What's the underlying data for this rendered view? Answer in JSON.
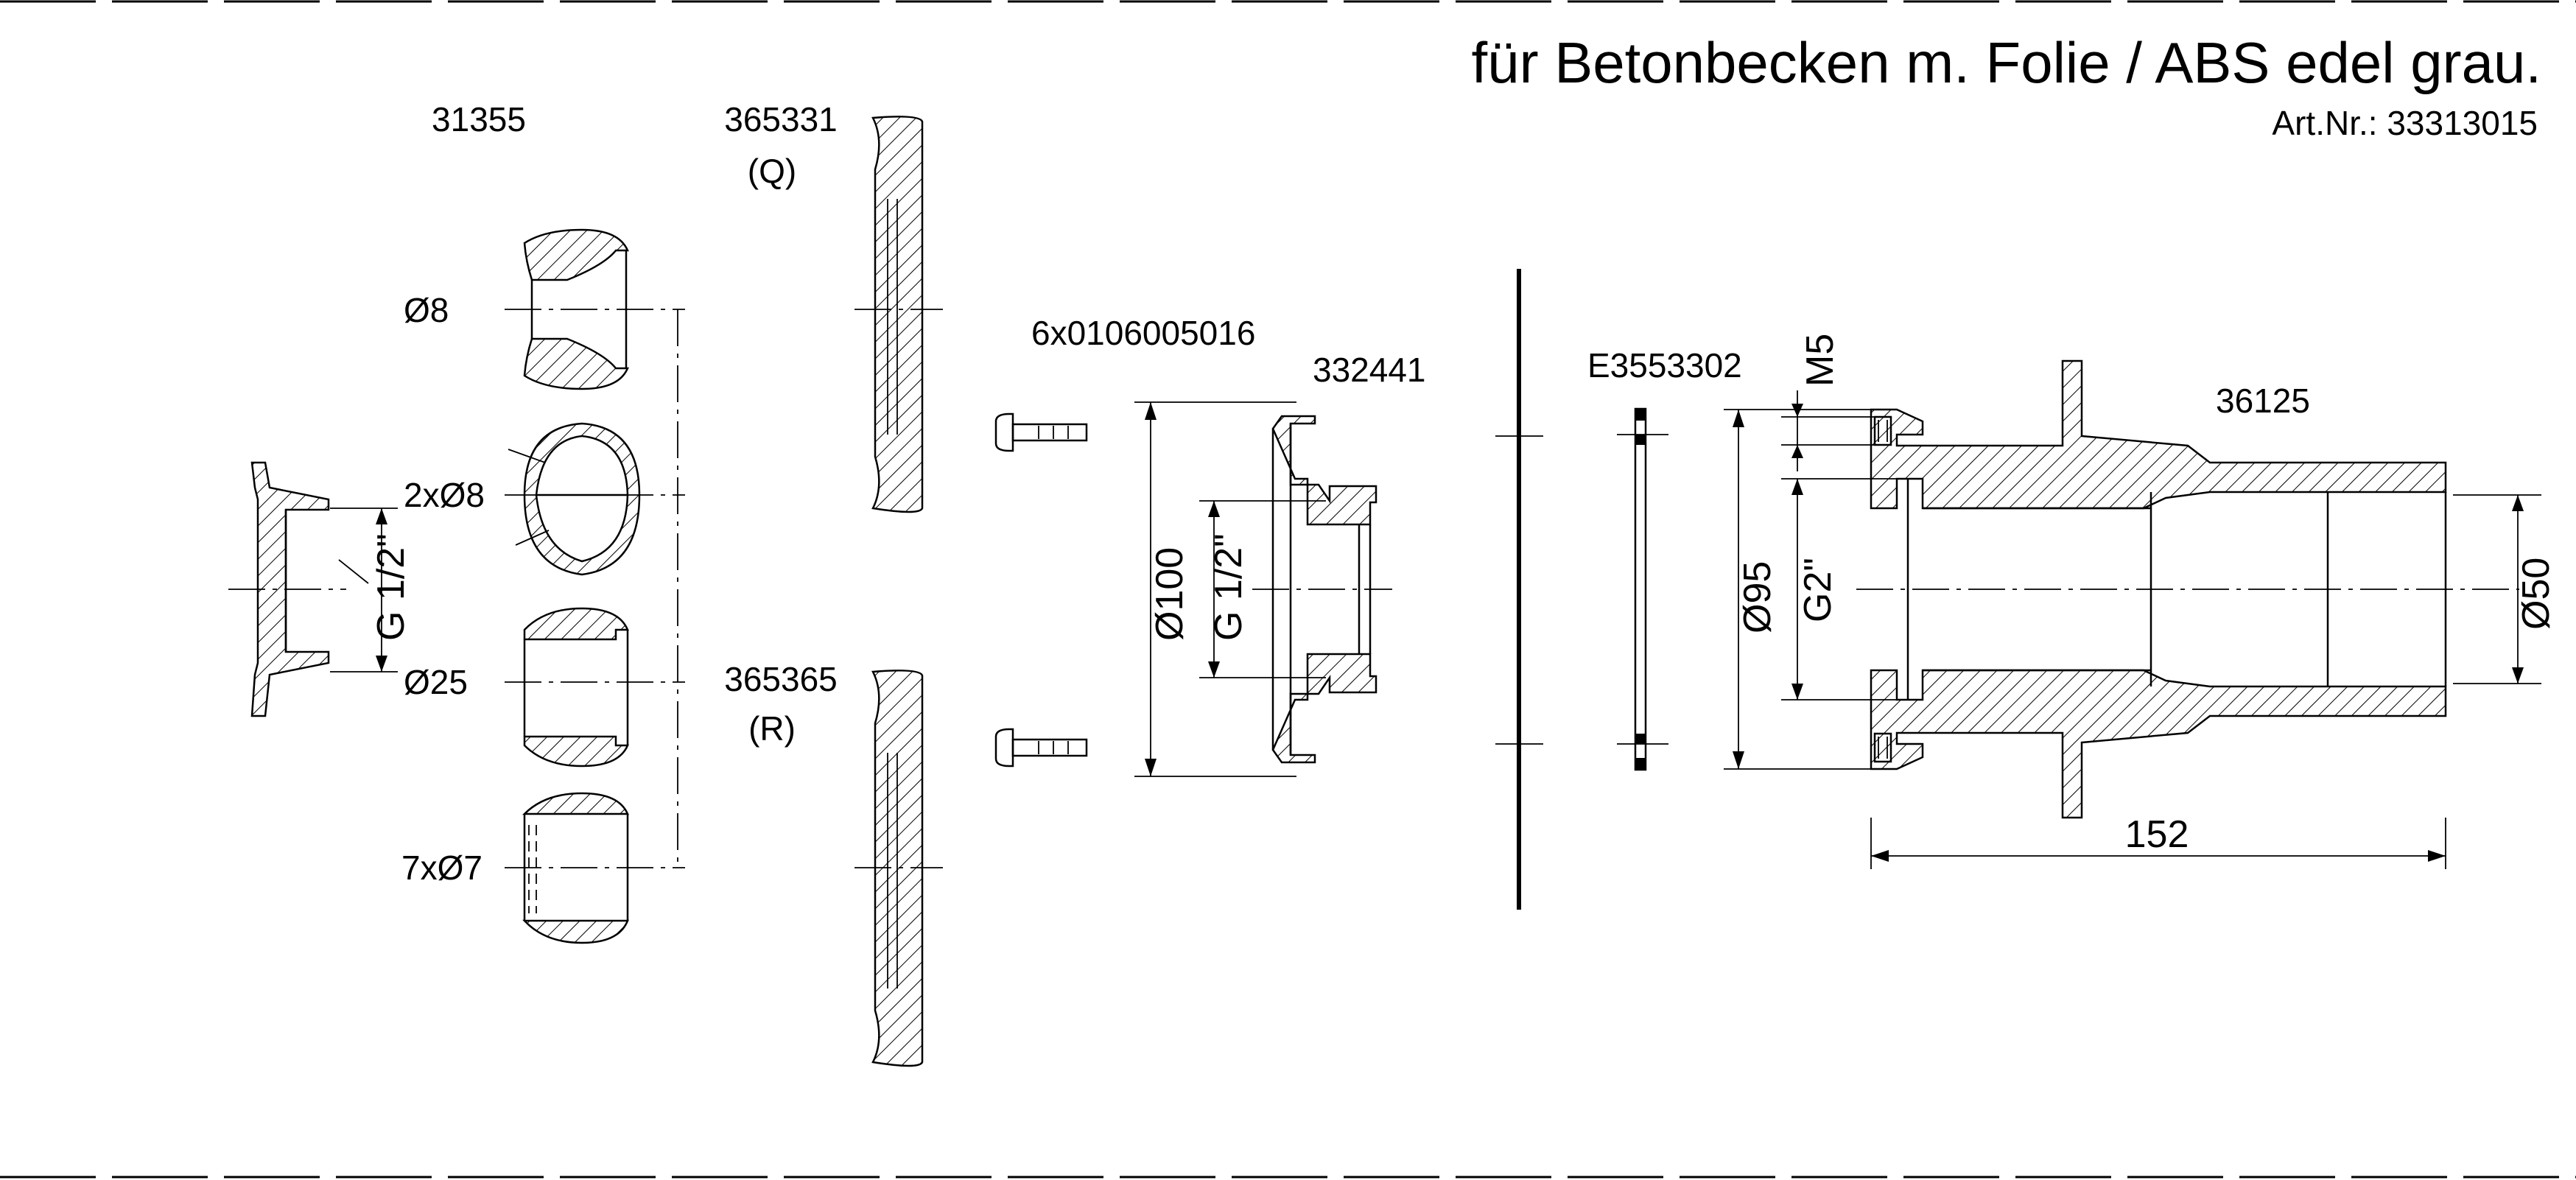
{
  "header": {
    "title": "für Betonbecken m. Folie /  ABS edel grau.",
    "article": "Art.Nr.: 33313015"
  },
  "parts": {
    "cover": "31355",
    "plate_q": "365331",
    "plate_q_suffix": "(Q)",
    "plate_r": "365365",
    "plate_r_suffix": "(R)",
    "screws": "6x0106005016",
    "flange": "332441",
    "gasket": "E3553302",
    "body": "36125"
  },
  "inserts": {
    "a": "Ø8",
    "b": "2xØ8",
    "c": "Ø25",
    "d": "7xØ7"
  },
  "dimensions": {
    "g_half_cover": "G 1/2\"",
    "g_half_flange": "G 1/2\"",
    "d100": "Ø100",
    "d95": "Ø95",
    "g2": "G2\"",
    "m5": "M5",
    "d50": "Ø50",
    "len152": "152"
  }
}
